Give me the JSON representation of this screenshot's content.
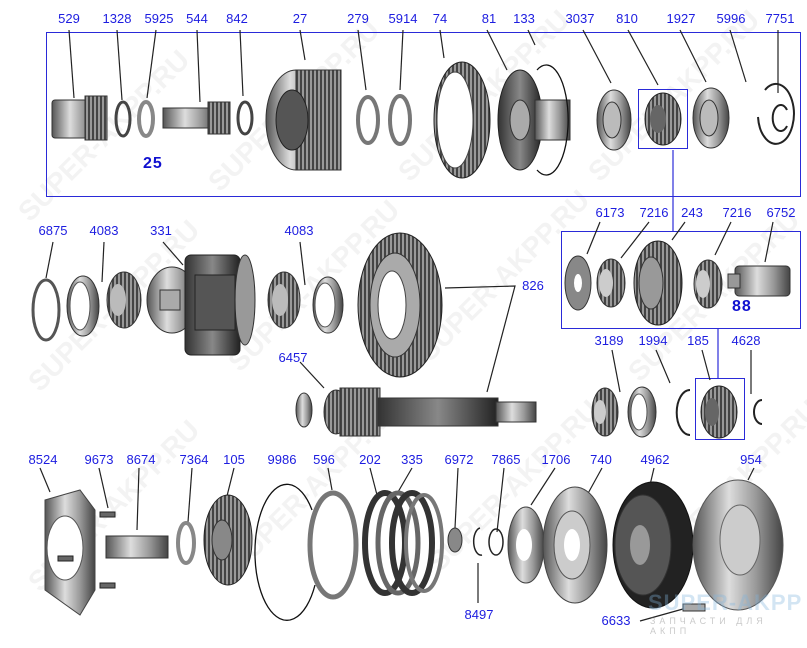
{
  "diagram": {
    "title": "Exploded transmission parts diagram",
    "watermark": "SUPER-AKPP.RU",
    "brand": {
      "name": "SUPER-AKPP",
      "tagline": "ЗАПЧАСТИ ДЛЯ АКПП"
    },
    "groups": [
      {
        "id": "25",
        "label": "25"
      },
      {
        "id": "88",
        "label": "88"
      }
    ],
    "row1_labels": [
      "529",
      "1328",
      "5925",
      "544",
      "842",
      "27",
      "279",
      "5914",
      "74",
      "81",
      "133",
      "3037",
      "810",
      "1927",
      "5996",
      "7751"
    ],
    "row2_labels": [
      "6875",
      "4083",
      "331",
      "4083",
      "6457",
      "826"
    ],
    "group88_labels": [
      "6173",
      "7216",
      "243",
      "7216",
      "6752"
    ],
    "row3_labels": [
      "3189",
      "1994",
      "185",
      "4628"
    ],
    "row4_labels": [
      "8524",
      "9673",
      "8674",
      "7364",
      "105",
      "9986",
      "596",
      "202",
      "335",
      "6972",
      "7865",
      "1706",
      "740",
      "4962",
      "954"
    ],
    "lower_labels": [
      "8497",
      "6633"
    ]
  }
}
